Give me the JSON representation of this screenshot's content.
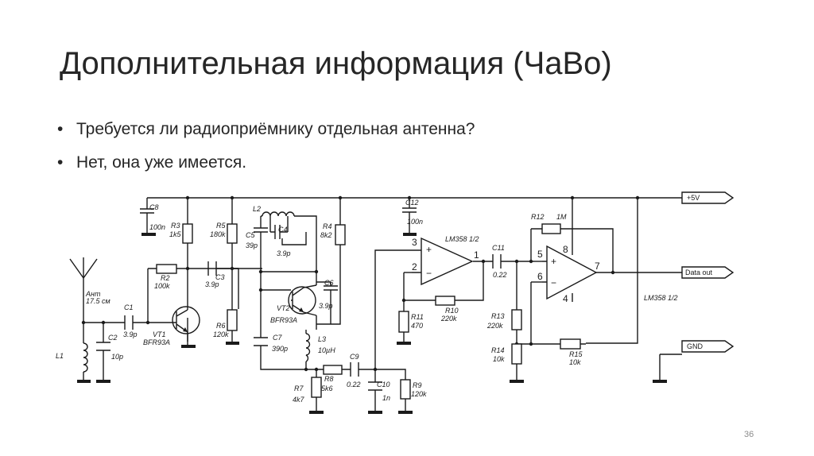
{
  "slide": {
    "title": "Дополнительная информация (ЧаВо)",
    "bullets": [
      "Требуется ли радиоприёмнику отдельная антенна?",
      "Нет, она уже имеется."
    ],
    "page_number": "36"
  },
  "bullet_glyph": "•",
  "schematic": {
    "nets": {
      "vcc": "+5V",
      "out": "Data out",
      "gnd": "GND"
    },
    "antenna": {
      "name": "Ант",
      "length": "17.5 см"
    },
    "components": {
      "C8": {
        "name": "C8",
        "value": "100n"
      },
      "R3": {
        "name": "R3",
        "value": "1k5"
      },
      "R5": {
        "name": "R5",
        "value": "180k"
      },
      "L2": {
        "name": "L2"
      },
      "C5": {
        "name": "C5",
        "value": "39p"
      },
      "C4": {
        "name": "C4",
        "value": "3.9p"
      },
      "R4": {
        "name": "R4",
        "value": "8k2"
      },
      "C12": {
        "name": "C12",
        "value": "100n"
      },
      "R2": {
        "name": "R2",
        "value": "100k"
      },
      "C3": {
        "name": "C3",
        "value": "3.9p"
      },
      "C1": {
        "name": "C1",
        "value": "3.9p"
      },
      "C2": {
        "name": "C2",
        "value": "10p"
      },
      "L1": {
        "name": "L1"
      },
      "VT1": {
        "name": "VT1",
        "type": "BFR93A"
      },
      "R6": {
        "name": "R6",
        "value": "120k"
      },
      "VT2": {
        "name": "VT2",
        "type": "BFR93A"
      },
      "C6": {
        "name": "C6",
        "value": "3.9p"
      },
      "C7": {
        "name": "C7",
        "value": "390p"
      },
      "L3": {
        "name": "L3",
        "value": "10µH"
      },
      "R7": {
        "name": "R7",
        "value": "4k7"
      },
      "R8": {
        "name": "R8",
        "value": "5k6"
      },
      "C9": {
        "name": "C9",
        "value": "0.22"
      },
      "C10": {
        "name": "C10",
        "value": "1n"
      },
      "R9": {
        "name": "R9",
        "value": "120k"
      },
      "R11": {
        "name": "R11",
        "value": "470"
      },
      "R10": {
        "name": "R10",
        "value": "220k"
      },
      "C11": {
        "name": "C11",
        "value": "0.22"
      },
      "R13": {
        "name": "R13",
        "value": "220k"
      },
      "R14": {
        "name": "R14",
        "value": "10k"
      },
      "R12": {
        "name": "R12",
        "value": "1M"
      },
      "R15": {
        "name": "R15",
        "value": "10k"
      }
    },
    "opamps": {
      "U1": {
        "label": "LM358 1/2",
        "pins": {
          "plus": "3",
          "minus": "2",
          "out": "1"
        },
        "plus_sign": "+",
        "minus_sign": "−"
      },
      "U2": {
        "label": "LM358 1/2",
        "pins": {
          "plus": "5",
          "minus": "6",
          "out": "7",
          "vcc": "8",
          "gnd": "4"
        },
        "plus_sign": "+",
        "minus_sign": "−"
      }
    }
  }
}
